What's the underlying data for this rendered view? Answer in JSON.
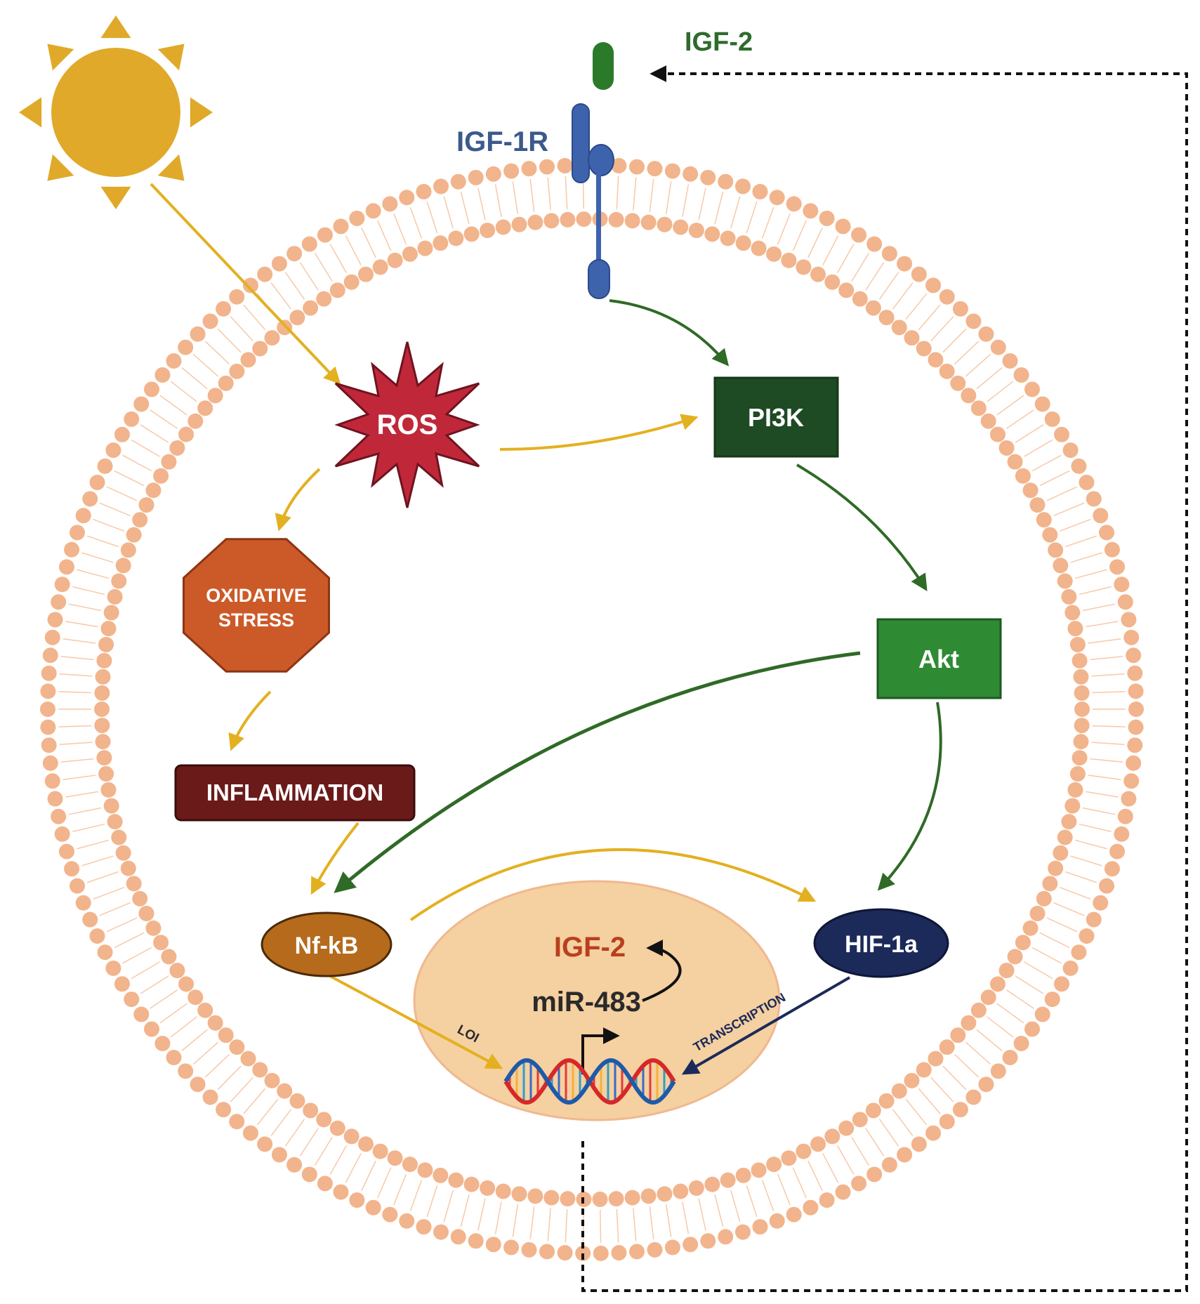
{
  "labels": {
    "igf2_ligand": "IGF-2",
    "receptor": "IGF-1R",
    "ros": "ROS",
    "pi3k": "PI3K",
    "akt": "Akt",
    "oxidative_line1": "OXIDATIVE",
    "oxidative_line2": "STRESS",
    "inflammation": "INFLAMMATION",
    "nfkb": "Nf-kB",
    "hif1a": "HIF-1a",
    "igf2_nucleus": "IGF-2",
    "mir483": "miR-483",
    "loi": "LOI",
    "transcription": "TRANSCRIPTION"
  },
  "colors": {
    "membrane": "#f2b48c",
    "sun": "#e0a92a",
    "ros": "#c0283a",
    "pi3k": "#1e4a24",
    "akt": "#2f8a34",
    "oxidative": "#cc5a28",
    "inflammation": "#6b1a1a",
    "nfkb": "#b56a1c",
    "hif1a": "#1c2a5a",
    "nucleus": "#f5d0a0",
    "receptor": "#3e63ad",
    "igf2_ligand": "#2a7a2a",
    "yellow_arrow": "#e3b020",
    "green_arrow": "#2f6a26"
  }
}
